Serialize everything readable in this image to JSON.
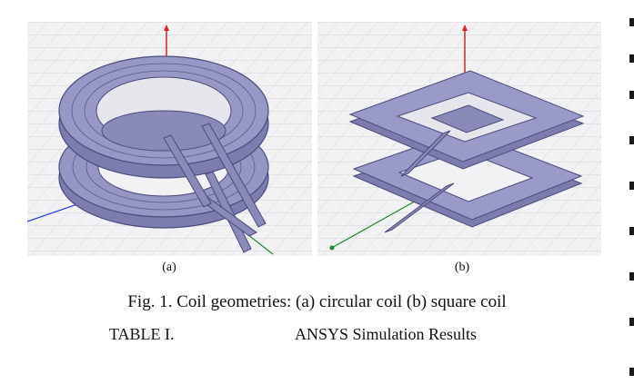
{
  "figure": {
    "subfigures": [
      {
        "label": "(a)",
        "icon": "circular-coil-render"
      },
      {
        "label": "(b)",
        "icon": "square-coil-render"
      }
    ],
    "caption": "Fig. 1. Coil geometries: (a) circular coil (b) square coil"
  },
  "table": {
    "number": "TABLE I.",
    "title": "ANSYS Simulation Results"
  },
  "colors": {
    "coil_fill": "#8a8ab8",
    "coil_stroke": "#4a4a7c",
    "axis_z": "#e02020",
    "axis_x": "#2a3ad8",
    "axis_y": "#1e8a2e",
    "grid": "#d2d2d6",
    "background": "#f2f2f4"
  }
}
